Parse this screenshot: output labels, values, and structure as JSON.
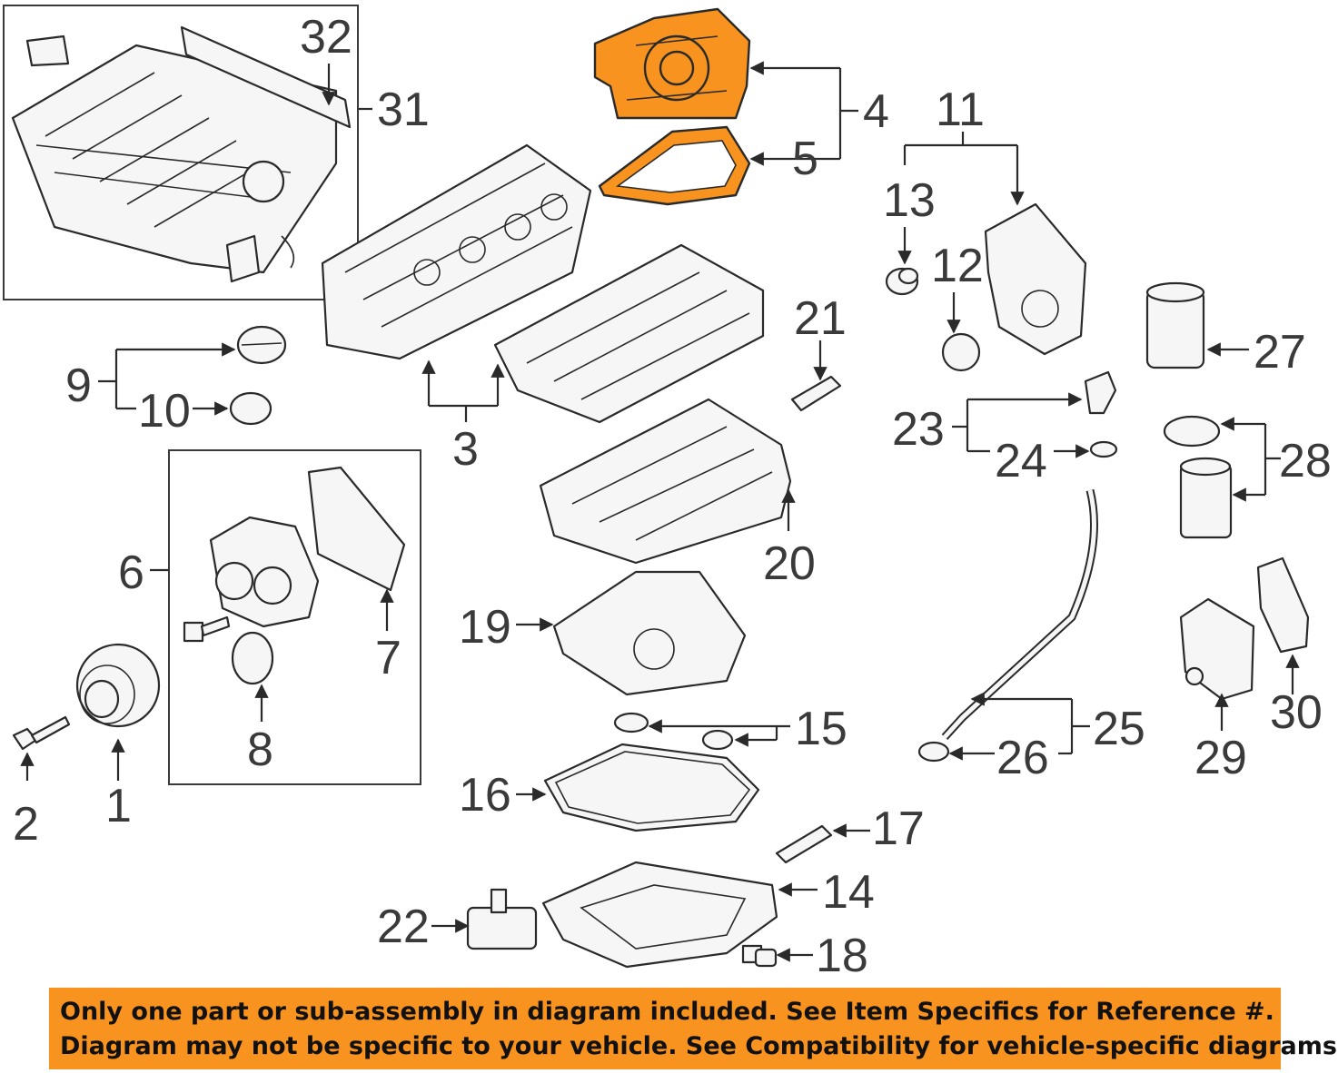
{
  "callouts": {
    "n1": "1",
    "n2": "2",
    "n3": "3",
    "n4": "4",
    "n5": "5",
    "n6": "6",
    "n7": "7",
    "n8": "8",
    "n9": "9",
    "n10": "10",
    "n11": "11",
    "n12": "12",
    "n13": "13",
    "n14": "14",
    "n15": "15",
    "n16": "16",
    "n17": "17",
    "n18": "18",
    "n19": "19",
    "n20": "20",
    "n21": "21",
    "n22": "22",
    "n23": "23",
    "n24": "24",
    "n25": "25",
    "n26": "26",
    "n27": "27",
    "n28": "28",
    "n29": "29",
    "n30": "30",
    "n31": "31",
    "n32": "32"
  },
  "highlight_color": "#f7931e",
  "highlighted_parts": [
    "4",
    "5"
  ],
  "disclaimer": {
    "line1": "Only one part or sub-assembly in diagram included. See Item Specifics for Reference #.",
    "line2": "Diagram may not be specific to your vehicle. See Compatibility for vehicle-specific diagrams."
  }
}
